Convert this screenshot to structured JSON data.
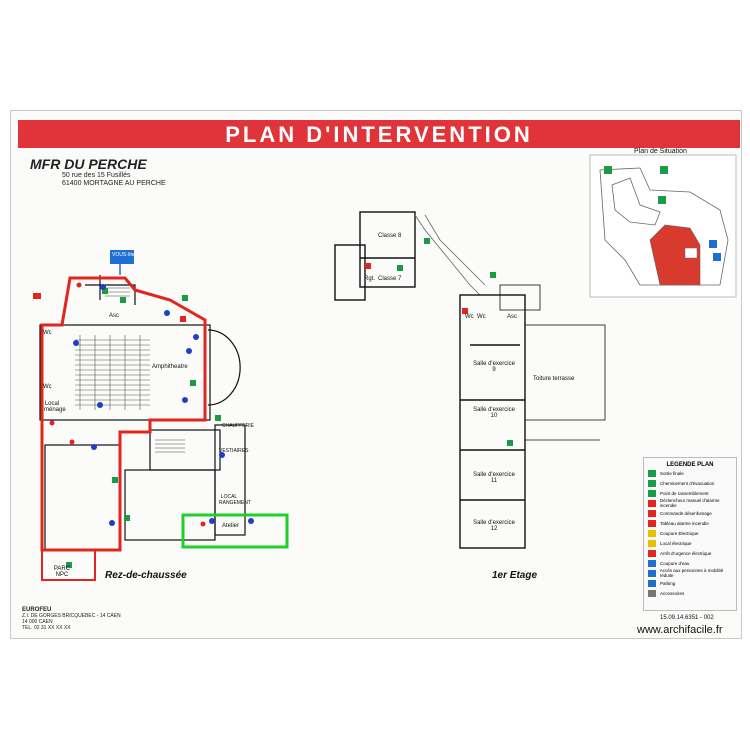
{
  "title": "PLAN D'INTERVENTION",
  "org": {
    "name": "MFR DU PERCHE",
    "address_line1": "50 rue des 15 Fusillés",
    "address_line2": "61400 MORTAGNE AU PERCHE"
  },
  "situation_title": "Plan de Situation",
  "floors": {
    "ground": "Rez-de-chaussée",
    "first": "1er Etage"
  },
  "rooms": {
    "classe8": "Classe 8",
    "classe7": "Classe 7",
    "rgt_top": "Rgt.",
    "wc1": "Wc",
    "wc2": "Wc",
    "wc_f1": "Wc",
    "wc_f2": "Wc",
    "asc": "Asc",
    "asc_f": "Asc",
    "amphi": "Amphitheatre",
    "local_menage": "Local ménage",
    "atelier": "Atelier",
    "chaufferie": "CHAUFFERIE",
    "vestiaires": "VESTIAIRES",
    "local_rangement": "LOCAL RANGEMENT",
    "parc_npc": "PARC NPC",
    "salle9": "Salle d'exercice 9",
    "salle10": "Salle d'exercice 10",
    "salle11": "Salle d'exercice 11",
    "salle12": "Salle d'exercice 12",
    "toiture": "Toiture terrasse",
    "vous_etes_ici": "VOUS êtes ici"
  },
  "legend": {
    "title": "LEGENDE PLAN",
    "items": [
      "Sortie finale",
      "Cheminement d'évacuation",
      "Point de rassemblement",
      "Déclencheur manuel d'alarme incendie",
      "Commande désenfumage",
      "Tableau alarme incendie",
      "Coupure Electrique",
      "Local électrique",
      "Arrêt d'urgence électrique",
      "Coupure d'eau",
      "Accès aux personnes à mobilité réduite",
      "Parking",
      "Accessoires"
    ]
  },
  "reference": "15.09.14.6351 - 002",
  "watermark": "www.archifacile.fr",
  "footer": {
    "company": "EUROFEU",
    "lines": [
      "Z.I. DE GORGES BRICQUEBEC - 14 CAEN",
      "14 000 CAEN",
      "TEL. 02 31 XX XX XX"
    ]
  },
  "colors": {
    "banner": "#e0333a",
    "red_wall": "#e0261f",
    "green_box": "#1fcf2a",
    "wall": "#111111",
    "exit_green": "#1a9b45",
    "extinguisher_blue": "#1f3fc8"
  }
}
